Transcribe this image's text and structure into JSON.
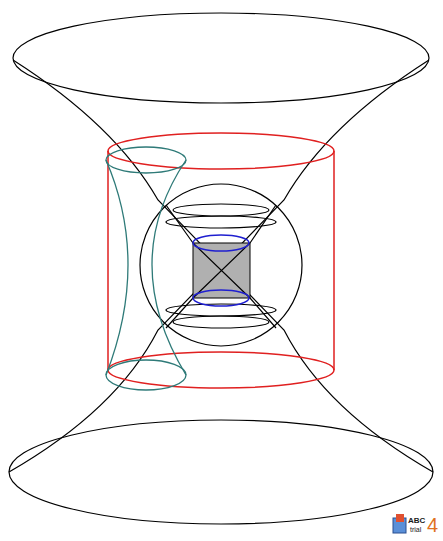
{
  "diagram": {
    "labels": [
      "ABC",
      "trial",
      "4"
    ]
  }
}
